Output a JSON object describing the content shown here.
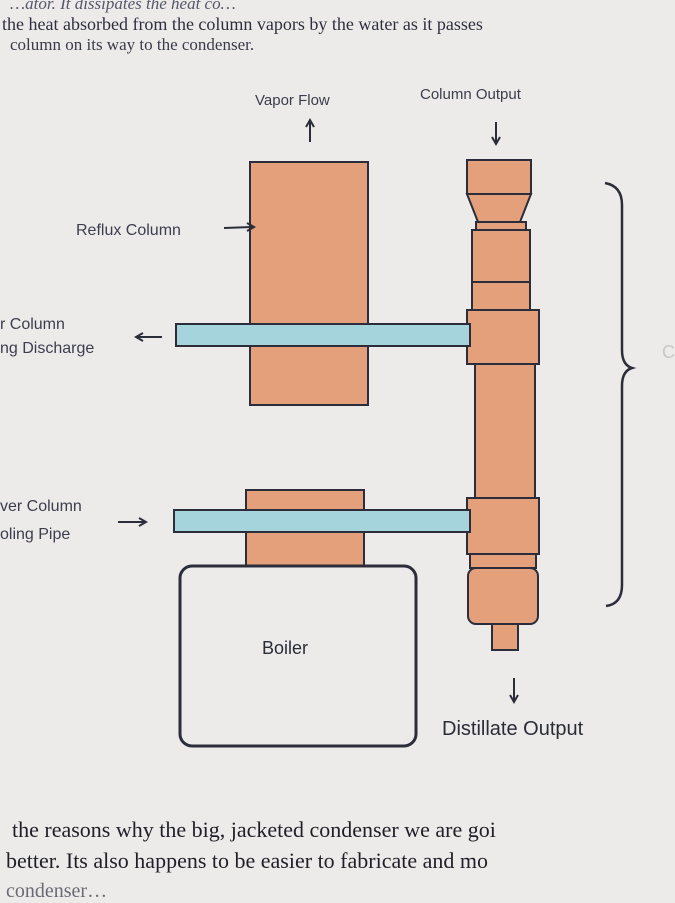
{
  "text": {
    "top_line_1": "…ator.  It dissipates the heat co…",
    "top_line_2": "the heat absorbed from the column vapors by the water as it passes",
    "top_line_3": "column on its way to the condenser.",
    "bottom_line_1": "the reasons why the big, jacketed condenser we are goi",
    "bottom_line_2": "better.  Its also happens to be easier to fabricate and mo",
    "bottom_line_3": "condenser…"
  },
  "figure": {
    "labels": {
      "vapor_flow": "Vapor Flow",
      "column_output": "Column Output",
      "reflux_column": "Reflux Column",
      "upper_discharge_1": "r Column",
      "upper_discharge_2": "ng Discharge",
      "lower_pipe_1": "ver Column",
      "lower_pipe_2": "oling Pipe",
      "boiler": "Boiler",
      "distillate_output": "Distillate Output",
      "right_edge_mark": "C"
    },
    "colors": {
      "copper": "#e3a07a",
      "pipe": "#a6d4dc",
      "outline": "#2b2d3a",
      "paper": "#ecebe9"
    }
  }
}
